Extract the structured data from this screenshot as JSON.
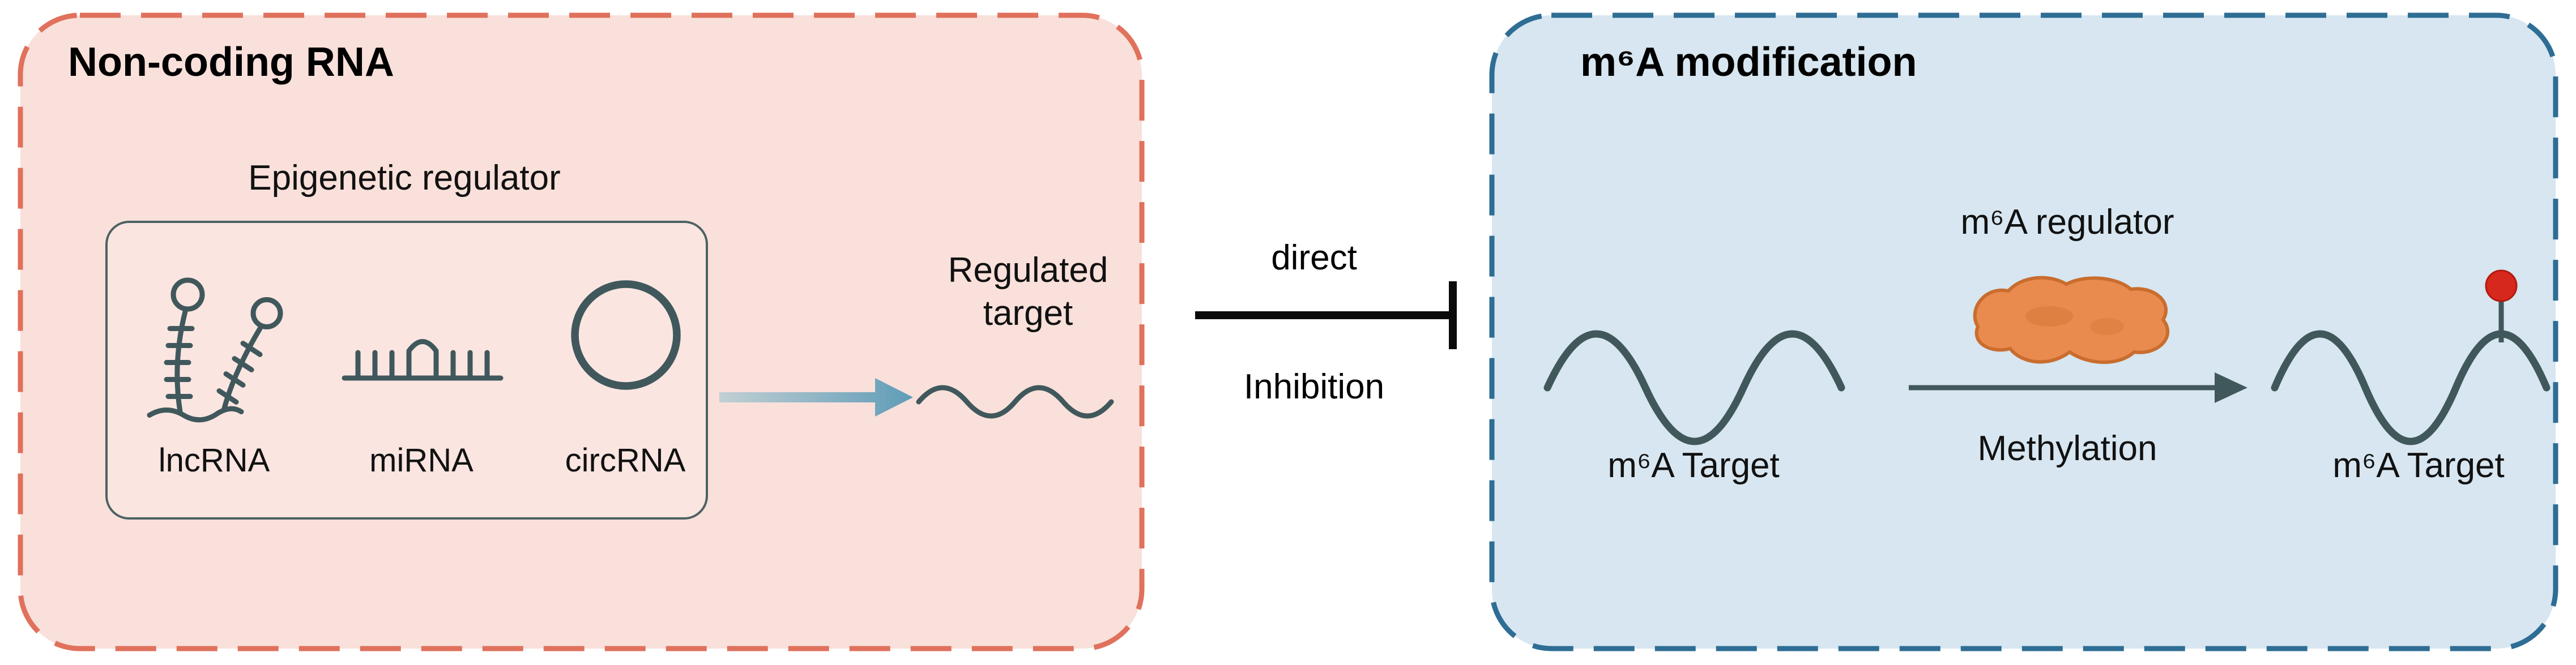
{
  "figure": {
    "type": "two-panel biological mechanism diagram"
  },
  "left_panel": {
    "title": "Non-coding RNA",
    "regulator_label": "Epigenetic regulator",
    "rna_types": [
      {
        "label": "lncRNA",
        "icon": "lncRNA-hairpin-icon"
      },
      {
        "label": "miRNA",
        "icon": "miRNA-duplex-icon"
      },
      {
        "label": "circRNA",
        "icon": "circRNA-circle-icon"
      }
    ],
    "arrow_icon": "gradient-right-arrow-icon",
    "target_label": "Regulated target",
    "target_wave_icon": "rna-wave-icon"
  },
  "connector": {
    "direct_label": "direct",
    "inhibition_label": "Inhibition",
    "icon": "inhibition-tbar-icon"
  },
  "right_panel": {
    "title": "m⁶A modification",
    "regulator_label": "m⁶A regulator",
    "regulator_blob_icon": "protein-blob-icon",
    "left_target_label": "m⁶A Target",
    "process_label": "Methylation",
    "process_arrow_icon": "right-arrow-icon",
    "right_target_label": "m⁶A Target",
    "mark_icon": "m6a-lollipop-icon"
  },
  "colors": {
    "panel-left-fill": "#f9e0da",
    "panel-left-border": "#e0715c",
    "panel-right-fill": "#d7e6f0",
    "panel-right-border": "#2e6d94",
    "slate": "#40585c",
    "box-border": "#4d6163",
    "orange-fill": "#e98b4e",
    "orange-stroke": "#c96d2e",
    "red": "#d7281d",
    "red-stroke": "#b21a10",
    "arrow-grad-start": "#c2cfd3",
    "arrow-grad-end": "#5f9cb8",
    "ink": "#0a0a0a"
  }
}
